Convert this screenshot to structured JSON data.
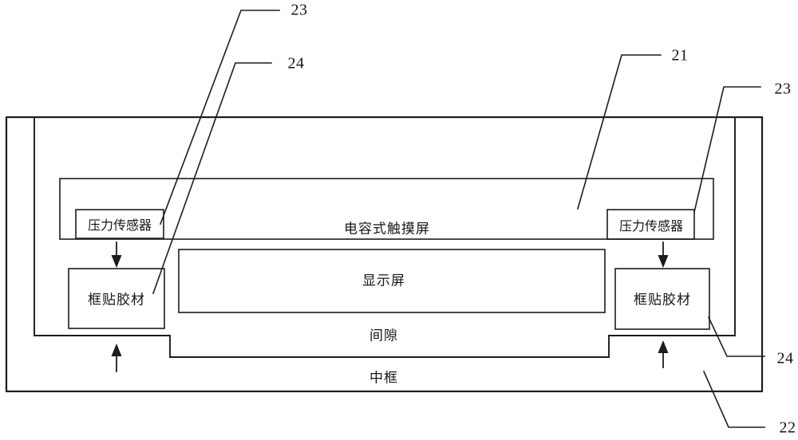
{
  "figure": {
    "type": "patent-structure-diagram",
    "background_color": "#ffffff",
    "line_color": "#1c1c1c"
  },
  "components": {
    "touchscreen": {
      "label": "电容式触摸屏",
      "ref": "21"
    },
    "display": {
      "label": "显示屏"
    },
    "gap": {
      "label": "间隙"
    },
    "mid_frame": {
      "label": "中框",
      "ref": "22"
    },
    "pressure_sensor_left": {
      "label": "压力传感器",
      "ref": "23"
    },
    "pressure_sensor_right": {
      "label": "压力传感器",
      "ref": "23"
    },
    "adhesive_left": {
      "label": "框贴胶材",
      "ref": "24"
    },
    "adhesive_right": {
      "label": "框贴胶材",
      "ref": "24"
    }
  },
  "ref_labels": {
    "r23_left": "23",
    "r24_left": "24",
    "r21": "21",
    "r23_right": "23",
    "r24_right": "24",
    "r22": "22"
  }
}
